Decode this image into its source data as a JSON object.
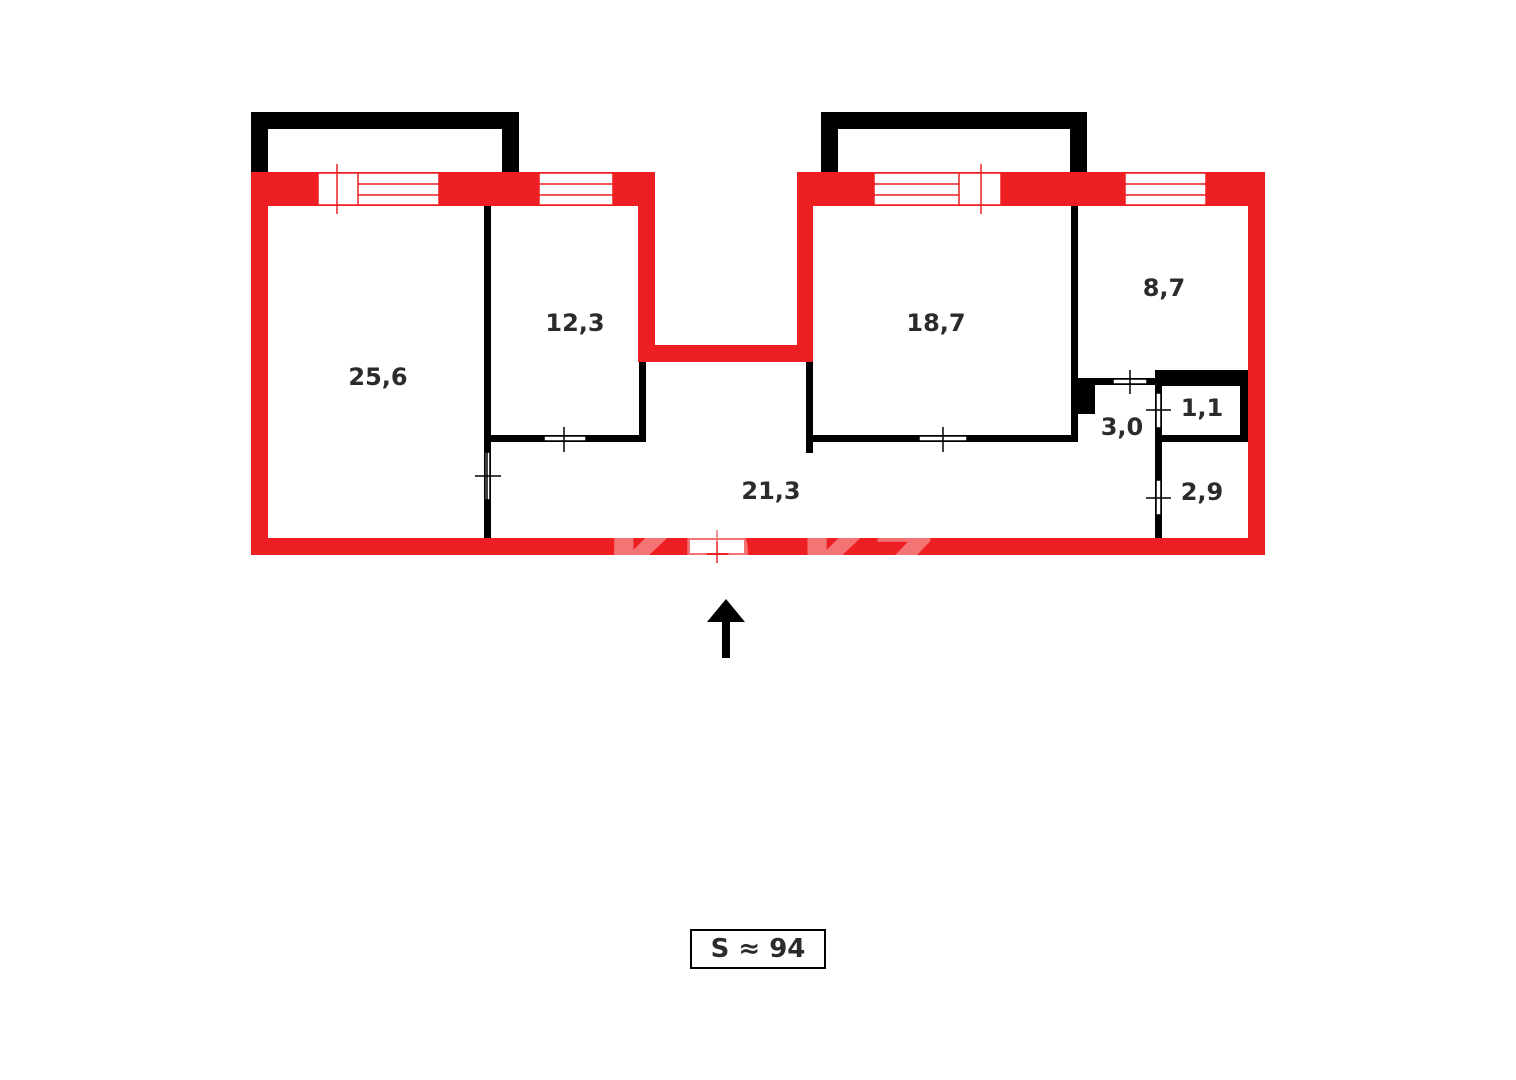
{
  "colors": {
    "exterior_wall": "#ee1f23",
    "interior_wall": "#000000",
    "text": "#2b2b2b"
  },
  "rooms": [
    {
      "id": "room-1",
      "area": "25,6"
    },
    {
      "id": "room-2",
      "area": "12,3"
    },
    {
      "id": "room-3",
      "area": "18,7"
    },
    {
      "id": "room-4",
      "area": "8,7"
    },
    {
      "id": "room-5",
      "area": "21,3"
    },
    {
      "id": "room-6",
      "area": "3,0"
    },
    {
      "id": "room-7",
      "area": "1,1"
    },
    {
      "id": "room-8",
      "area": "2,9"
    }
  ],
  "total_area": "S ≈ 94",
  "watermark": "kn.kz",
  "entrance_icon": "arrow-up-icon"
}
